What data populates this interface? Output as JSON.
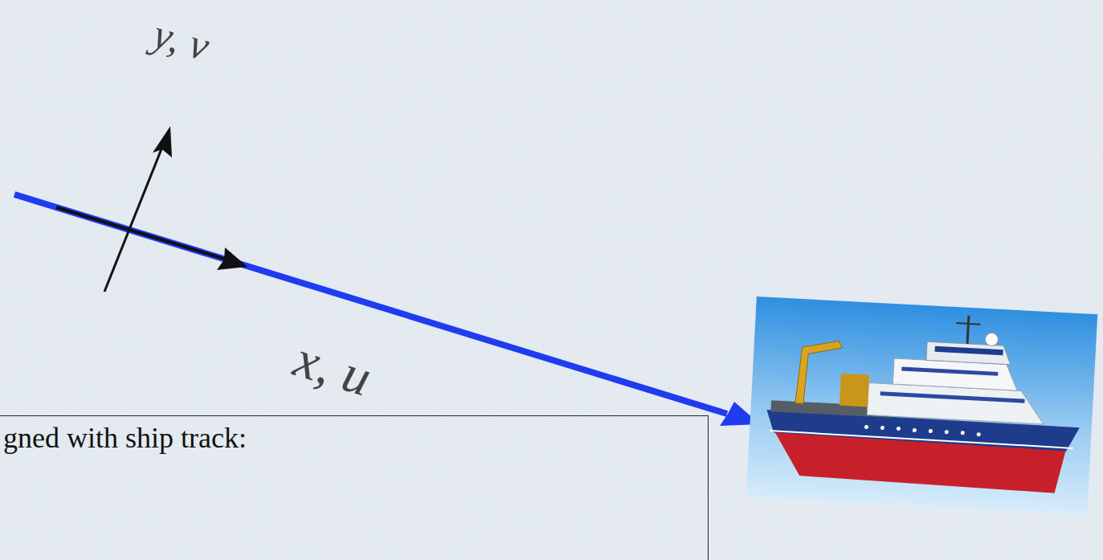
{
  "diagram": {
    "nodes": [
      {
        "text": [
          "gned with ship track:"
        ]
      }
    ],
    "labels": [
      "y, v",
      "x, u"
    ]
  }
}
